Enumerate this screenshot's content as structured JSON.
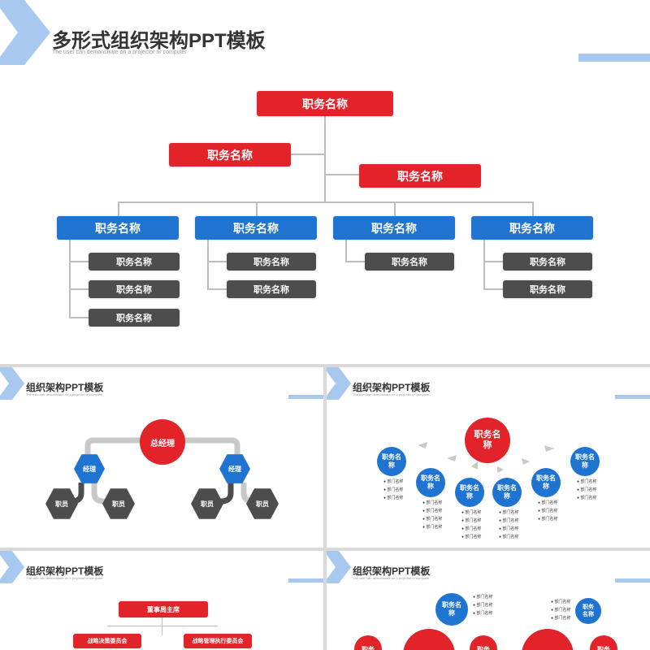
{
  "colors": {
    "red": "#e3232a",
    "blue": "#1f74d2",
    "gray": "#4d4d4d",
    "accent_light": "#a8c8f0"
  },
  "main": {
    "title": "多形式组织架构PPT模板",
    "subtitle": "The user can demonstrate on a projector or computer",
    "top_box": "职务名称",
    "left_box": "职务名称",
    "right_box": "职务名称",
    "blue_boxes": [
      "职务名称",
      "职务名称",
      "职务名称",
      "职务名称"
    ],
    "gray_boxes": {
      "col1": [
        "职务名称",
        "职务名称",
        "职务名称"
      ],
      "col2": [
        "职务名称",
        "职务名称"
      ],
      "col3": [
        "职务名称"
      ],
      "col4": [
        "职务名称",
        "职务名称"
      ]
    }
  },
  "slide2": {
    "title": "组织架构PPT模板",
    "subtitle": "The user can demonstrate on a projector or computer",
    "top": "总经理",
    "managers": [
      "经理",
      "经理"
    ],
    "staff": [
      "职员",
      "职员",
      "职员",
      "职员"
    ]
  },
  "slide3": {
    "title": "组织架构PPT模板",
    "subtitle": "The user can demonstrate on a projector or computer",
    "top": "职务名称",
    "nodes": [
      "职务名称",
      "职务名称",
      "职务名称",
      "职务名称",
      "职务名称",
      "职务名称"
    ],
    "dept": "部门名称"
  },
  "slide4": {
    "title": "组织架构PPT模板",
    "subtitle": "The user can demonstrate on a projector or computer",
    "chair": "董事局主席",
    "committees": [
      "战略决策委员会",
      "战略管理执行委员会"
    ]
  },
  "slide5": {
    "title": "组织架构PPT模板",
    "subtitle": "The user can demonstrate on a projector or computer",
    "nodes": [
      "职务名称",
      "职务",
      "职务",
      "职务",
      "职务名称"
    ],
    "dept": "部门名称"
  }
}
